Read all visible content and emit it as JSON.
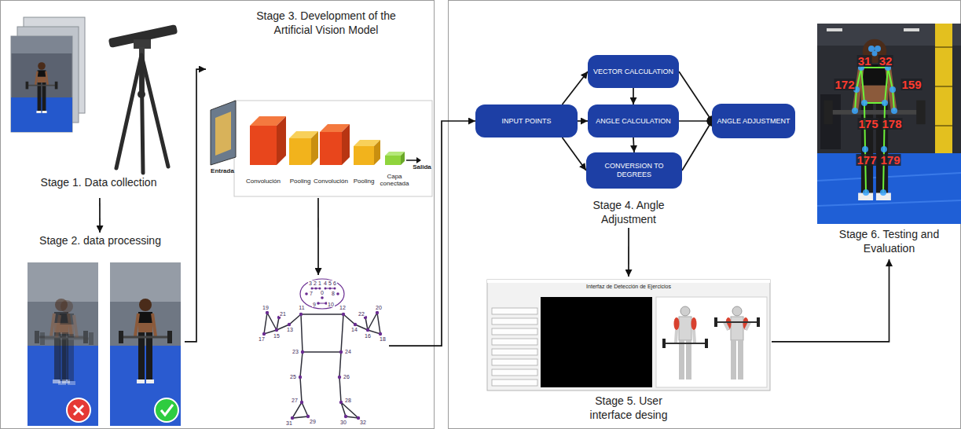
{
  "diagram": {
    "nodes": [
      {
        "text": [
          "Stage 1. Data collection"
        ]
      },
      {
        "text": [
          "Stage 2. data processing"
        ]
      },
      {
        "text": [
          "Stage 3. Development of the Artificial Vision Model",
          "Entrada",
          "Convolución",
          "Pooling",
          "Convolución",
          "Pooling",
          "Capa conectada",
          "Salida"
        ]
      },
      {
        "text": [
          "0",
          "1",
          "2",
          "3",
          "4",
          "5",
          "6",
          "7",
          "8",
          "9",
          "10",
          "11",
          "12",
          "13",
          "14",
          "15",
          "16",
          "17",
          "18",
          "19",
          "20",
          "21",
          "22",
          "23",
          "24",
          "25",
          "26",
          "27",
          "28",
          "29",
          "30",
          "31",
          "32"
        ]
      },
      {
        "text": [
          "Stage 4. Angle Adjustment"
        ]
      },
      {
        "text": [
          "INPUT POINTS"
        ],
        "in": 4
      },
      {
        "text": [
          "VECTOR CALCULATION"
        ],
        "in": 4
      },
      {
        "text": [
          "ANGLE CALCULATION"
        ],
        "in": 4
      },
      {
        "text": [
          "CONVERSION TO DEGREES"
        ],
        "in": 4
      },
      {
        "text": [
          "ANGLE ADJUSTMENT"
        ],
        "in": 4
      },
      {
        "text": [
          "Interfaz de Detección de Ejercicios",
          "Stage 5. User interface desing"
        ]
      },
      {
        "text": [
          "31",
          "32",
          "172",
          "159",
          "175",
          "178",
          "177",
          "179",
          "Stage 6. Testing and Evaluation"
        ]
      }
    ],
    "edges": [
      {
        "from": 0,
        "to": 1,
        "arrow": "to"
      },
      {
        "from": 1,
        "to": 2,
        "arrow": "to"
      },
      {
        "from": 2,
        "to": 3,
        "arrow": "to"
      },
      {
        "from": 3,
        "to": 5,
        "arrow": "to"
      },
      {
        "from": 5,
        "to": 6,
        "arrow": "to"
      },
      {
        "from": 5,
        "to": 7,
        "arrow": "to"
      },
      {
        "from": 5,
        "to": 8,
        "arrow": "to"
      },
      {
        "from": 6,
        "to": 7,
        "arrow": "to"
      },
      {
        "from": 7,
        "to": 8,
        "arrow": "to"
      },
      {
        "from": 6,
        "to": 9,
        "arrow": "to"
      },
      {
        "from": 7,
        "to": 9,
        "arrow": "to"
      },
      {
        "from": 8,
        "to": 9,
        "arrow": "to"
      },
      {
        "from": 4,
        "to": 10,
        "arrow": "to"
      },
      {
        "from": 10,
        "to": 11,
        "arrow": "to"
      }
    ]
  }
}
